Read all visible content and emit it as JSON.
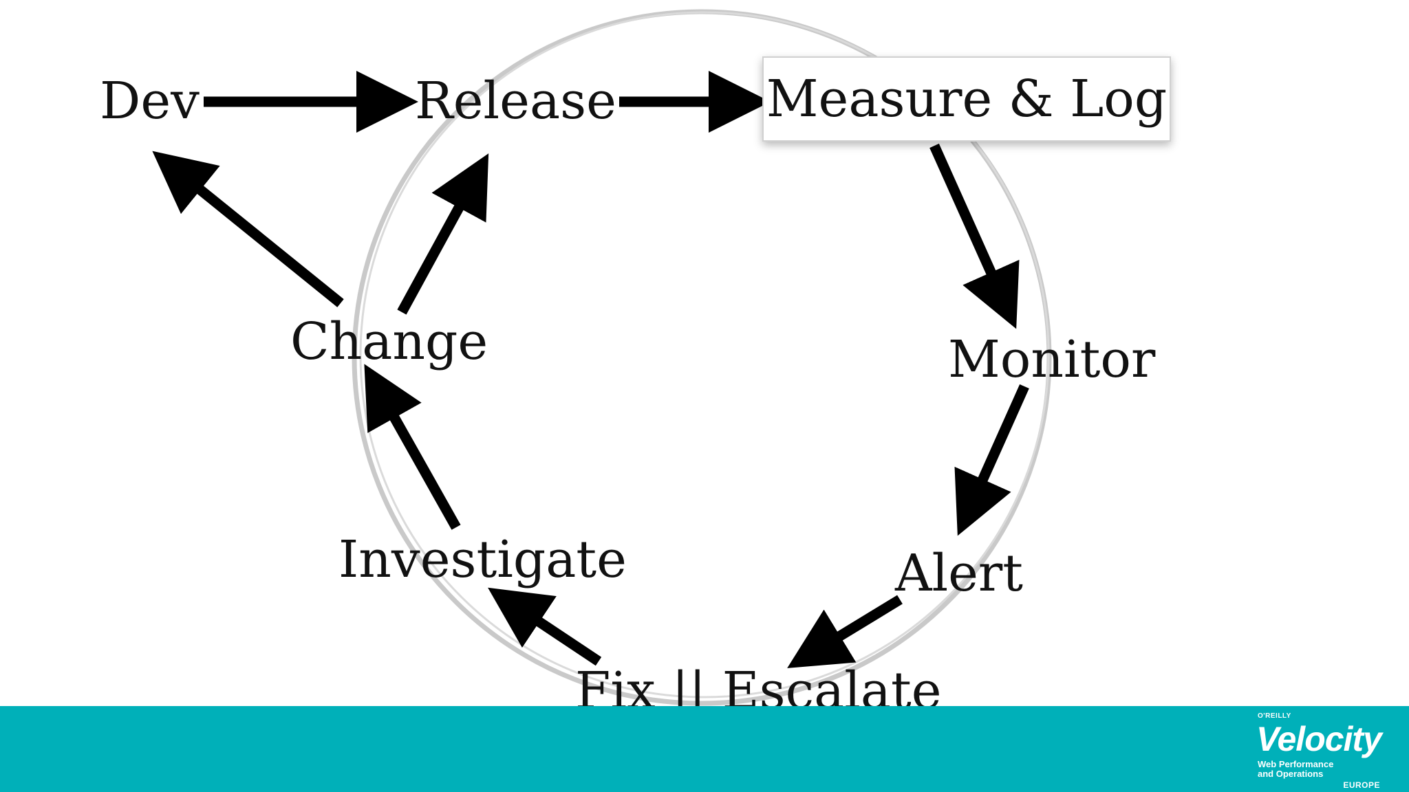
{
  "nodes": {
    "dev": "Dev",
    "release": "Release",
    "measure_log": "Measure & Log",
    "monitor": "Monitor",
    "alert": "Alert",
    "fix_escalate": "Fix || Escalate",
    "investigate": "Investigate",
    "change": "Change"
  },
  "edges": [
    {
      "from": "Dev",
      "to": "Release"
    },
    {
      "from": "Release",
      "to": "Measure & Log"
    },
    {
      "from": "Measure & Log",
      "to": "Monitor"
    },
    {
      "from": "Monitor",
      "to": "Alert"
    },
    {
      "from": "Alert",
      "to": "Fix || Escalate"
    },
    {
      "from": "Fix || Escalate",
      "to": "Investigate"
    },
    {
      "from": "Investigate",
      "to": "Change"
    },
    {
      "from": "Change",
      "to": "Release"
    },
    {
      "from": "Change",
      "to": "Dev"
    }
  ],
  "highlighted_node": "Measure & Log",
  "colors": {
    "footer": "#00b0b9",
    "arrow": "#000000",
    "circle": "#c8c8c8",
    "text": "#111111"
  },
  "logo": {
    "publisher": "O'REILLY",
    "brand": "Velocity",
    "tagline_line1": "Web Performance",
    "tagline_line2": "and Operations",
    "region": "EUROPE"
  }
}
